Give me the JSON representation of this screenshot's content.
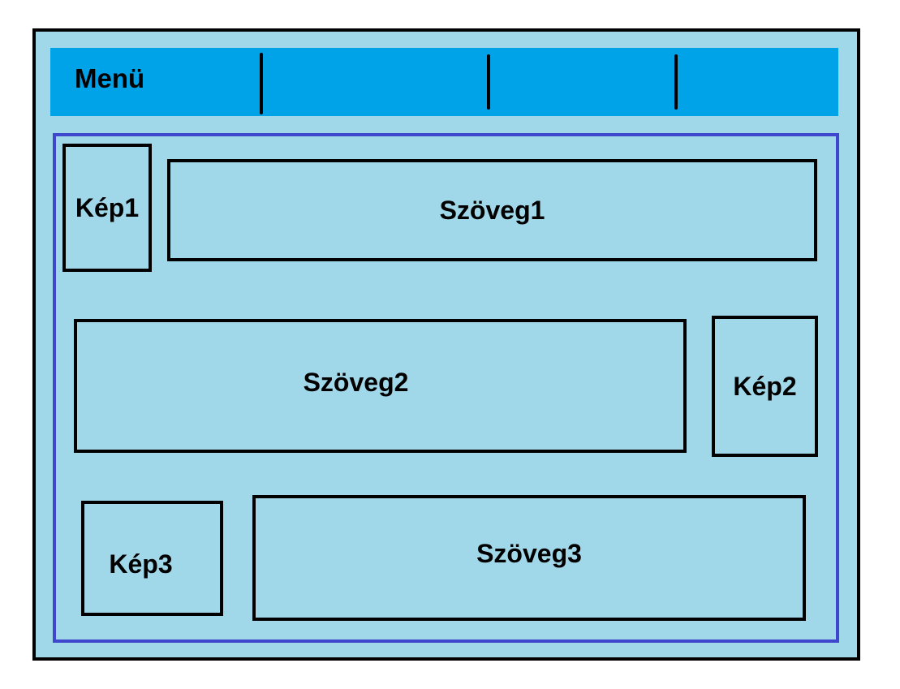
{
  "colors": {
    "page_background": "#a0d8ea",
    "menu_background": "#00a2e8",
    "content_border": "#3f48cc",
    "outline": "#000000"
  },
  "menu": {
    "label": "Menü"
  },
  "blocks": {
    "kep1": "Kép1",
    "szoveg1": "Szöveg1",
    "szoveg2": "Szöveg2",
    "kep2": "Kép2",
    "kep3": "Kép3",
    "szoveg3": "Szöveg3"
  }
}
